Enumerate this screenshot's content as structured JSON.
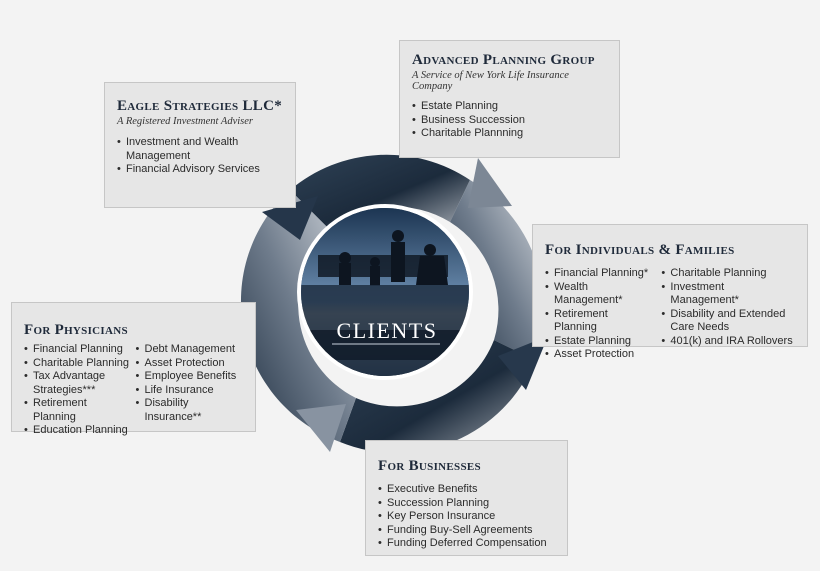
{
  "center": {
    "label": "CLIENTS"
  },
  "eagle": {
    "title": "Eagle Strategies LLC*",
    "subtitle": "A Registered Investment Adviser",
    "items": [
      "Investment and Wealth Management",
      "Financial Advisory Services"
    ]
  },
  "advanced": {
    "title": "Advanced Planning Group",
    "subtitle": "A Service of New York Life Insurance Company",
    "items": [
      "Estate Planning",
      "Business Succession",
      "Charitable Plannning"
    ]
  },
  "individuals": {
    "title": "For Individuals & Families",
    "left_items": [
      "Financial Planning*",
      "Wealth Management*",
      "Retirement Planning",
      "Estate Planning",
      "Asset Protection"
    ],
    "right_items": [
      "Charitable Planning",
      "Investment Management*",
      "Disability and Extended Care Needs",
      "401(k) and IRA Rollovers"
    ]
  },
  "physicians": {
    "title": "For Physicians",
    "left_items": [
      "Financial Planning",
      "Charitable Planning",
      "Tax Advantage Strategies***",
      "Retirement Planning",
      "Education Planning"
    ],
    "right_items": [
      "Debt Management",
      "Asset Protection",
      "Employee Benefits",
      "Life Insurance",
      "Disability Insurance**"
    ]
  },
  "businesses": {
    "title": "For Businesses",
    "items": [
      "Executive Benefits",
      "Succession Planning",
      "Key Person Insurance",
      "Funding Buy-Sell Agreements",
      "Funding Deferred Compensation"
    ]
  }
}
